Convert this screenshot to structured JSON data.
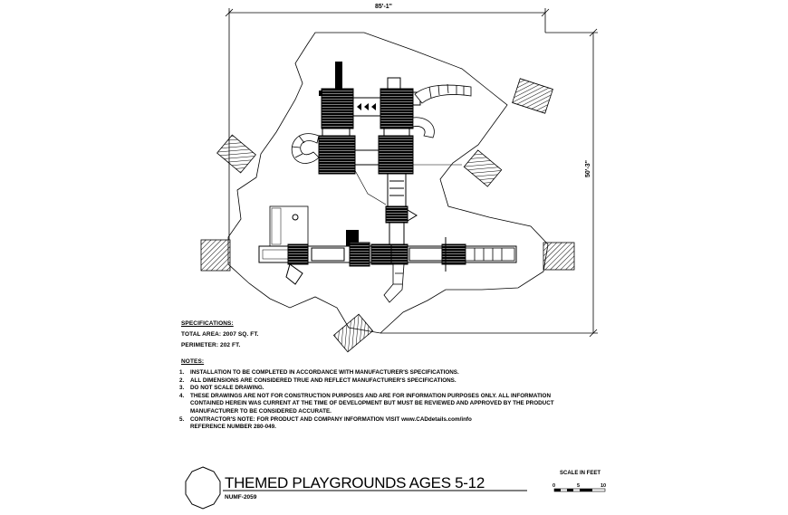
{
  "dimensions": {
    "width_label": "85'-1\"",
    "height_label": "50'-3\""
  },
  "specifications": {
    "heading": "SPECIFICATIONS:",
    "total_area": "TOTAL AREA: 2007 SQ. FT.",
    "perimeter": "PERIMETER: 202 FT."
  },
  "notes": {
    "heading": "NOTES:",
    "items": [
      {
        "num": "1.",
        "lines": [
          "INSTALLATION TO BE COMPLETED IN ACCORDANCE WITH MANUFACTURER'S SPECIFICATIONS."
        ]
      },
      {
        "num": "2.",
        "lines": [
          "ALL DIMENSIONS ARE CONSIDERED TRUE AND REFLECT MANUFACTURER'S SPECIFICATIONS."
        ]
      },
      {
        "num": "3.",
        "lines": [
          "DO NOT SCALE DRAWING."
        ]
      },
      {
        "num": "4.",
        "lines": [
          "THESE DRAWINGS ARE NOT FOR CONSTRUCTION PURPOSES AND ARE FOR INFORMATION PURPOSES ONLY. ALL INFORMATION",
          "CONTAINED HEREIN WAS CURRENT AT THE TIME OF DEVELOPMENT BUT MUST BE REVIEWED AND APPROVED BY THE PRODUCT",
          "MANUFACTURER TO BE CONSIDERED ACCURATE."
        ]
      },
      {
        "num": "5.",
        "lines": [
          "CONTRACTOR'S NOTE: FOR PRODUCT AND COMPANY INFORMATION VISIT www.CADdetails.com/info",
          "REFERENCE NUMBER 280-049."
        ]
      }
    ]
  },
  "title_block": {
    "title": "THEMED PLAYGROUNDS AGES 5-12",
    "number": "NUMF-2059"
  },
  "scale": {
    "label": "SCALE IN FEET",
    "ticks": [
      "0",
      "5",
      "10"
    ]
  }
}
